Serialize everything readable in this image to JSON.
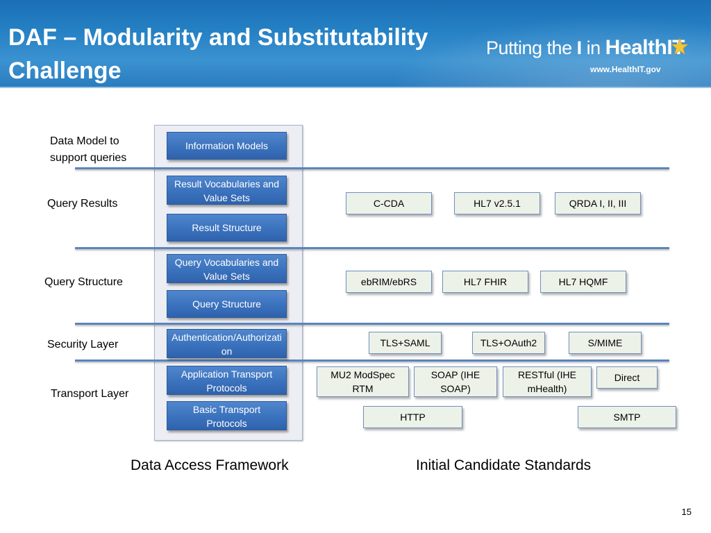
{
  "header": {
    "title": "DAF – Modularity and Substitutability Challenge",
    "logo": {
      "part1": "Putting the ",
      "part2": "I",
      "part3": " in ",
      "part4": "Health",
      "part5": "IT",
      "url": "www.HealthIT.gov",
      "star_color": "#f2c63a"
    }
  },
  "rows": {
    "data_model": "Data Model to support queries",
    "query_results": "Query Results",
    "query_structure": "Query Structure",
    "security": "Security Layer",
    "transport": "Transport Layer"
  },
  "components": {
    "information_models": "Information Models",
    "result_vocab": "Result Vocabularies and Value Sets",
    "result_structure": "Result Structure",
    "query_vocab": "Query Vocabularies and Value Sets",
    "query_structure": "Query Structure",
    "authentication": "Authentication/Authorization",
    "app_transport": "Application Transport Protocols",
    "basic_transport": "Basic Transport Protocols"
  },
  "standards": {
    "ccda": "C-CDA",
    "hl7_v251": "HL7 v2.5.1",
    "qrda": "QRDA I, II, III",
    "ebrim": "ebRIM/ebRS",
    "hl7_fhir": "HL7 FHIR",
    "hl7_hqmf": "HL7 HQMF",
    "tls_saml": "TLS+SAML",
    "tls_oauth2": "TLS+OAuth2",
    "smime": "S/MIME",
    "mu2": "MU2 ModSpec RTM",
    "soap": "SOAP (IHE SOAP)",
    "restful": "RESTful (IHE mHealth)",
    "direct": "Direct",
    "http": "HTTP",
    "smtp": "SMTP"
  },
  "captions": {
    "left": "Data Access Framework",
    "right": "Initial Candidate Standards"
  },
  "page_number": "15",
  "colors": {
    "header_blue": "#2580c4",
    "component_blue": "#3b72bd",
    "rule_blue": "#5b84bd",
    "standard_fill": "#edf2e9"
  }
}
